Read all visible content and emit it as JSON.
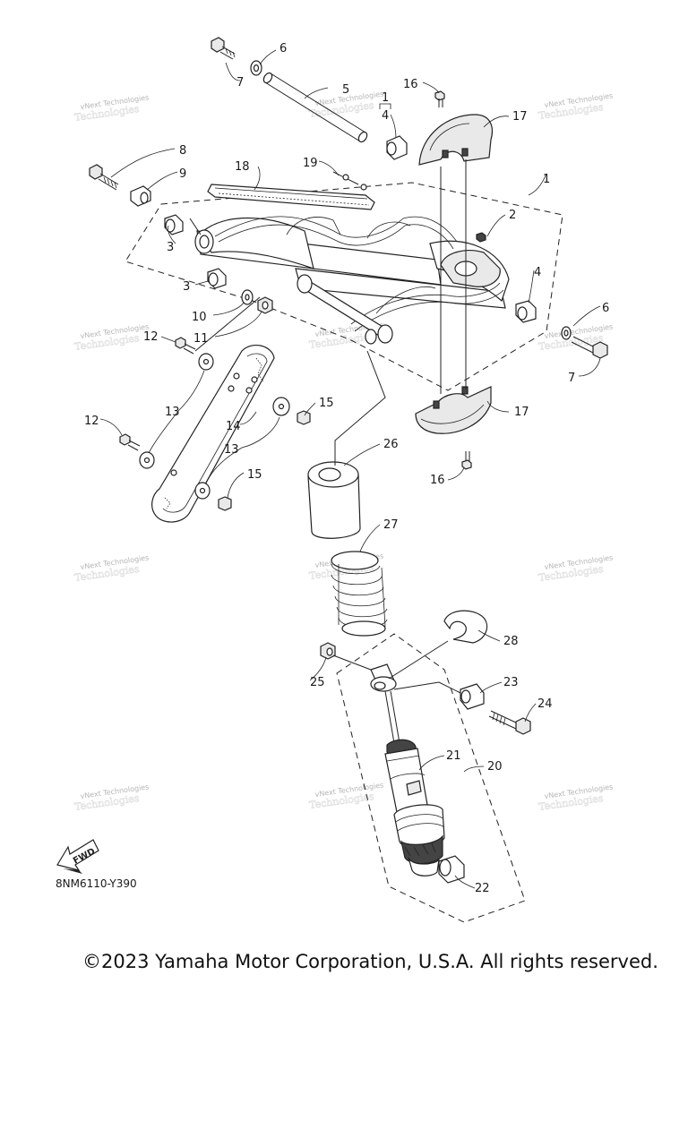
{
  "diagram": {
    "part_code": "8NM6110-Y390",
    "fwd_label": "FWD",
    "copyright": "©2023 Yamaha Motor Corporation, U.S.A. All rights reserved.",
    "watermark": "vNext Technologies",
    "callouts": [
      "1",
      "1",
      "2",
      "3",
      "3",
      "4",
      "4",
      "5",
      "6",
      "6",
      "7",
      "7",
      "8",
      "9",
      "10",
      "11",
      "12",
      "12",
      "13",
      "13",
      "14",
      "15",
      "15",
      "16",
      "16",
      "17",
      "17",
      "18",
      "19",
      "20",
      "21",
      "22",
      "23",
      "24",
      "25",
      "26",
      "27",
      "28"
    ]
  }
}
